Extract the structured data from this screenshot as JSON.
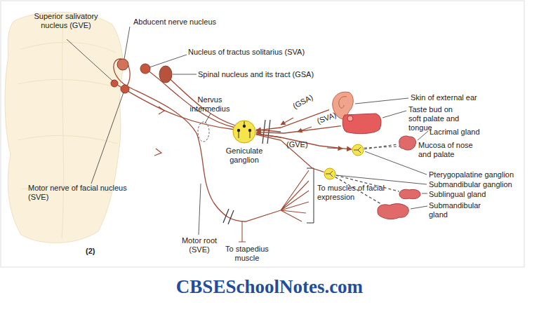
{
  "diagram": {
    "nodes": [
      {
        "text": [
          "Geniculate ganglion"
        ]
      },
      {
        "text": [
          "Skin of external ear"
        ]
      },
      {
        "text": [
          "Taste bud on soft palate and tongue"
        ]
      },
      {
        "text": [
          "Lacrimal gland"
        ]
      },
      {
        "text": [
          "Pterygopalatine ganglion"
        ]
      },
      {
        "text": [
          "Submandibular ganglion"
        ]
      },
      {
        "text": [
          "Sublingual gland"
        ]
      },
      {
        "text": [
          "Submandibular gland"
        ]
      }
    ],
    "edges": [
      {
        "from": 1,
        "to": 0,
        "arrow": "to",
        "label": "(GSA)"
      },
      {
        "from": 2,
        "to": 0,
        "arrow": "to",
        "label": "(SVA)"
      },
      {
        "from": 0,
        "to": 4,
        "arrow": "to",
        "label": "(GVE)"
      },
      {
        "from": 0,
        "to": 5,
        "arrow": "none"
      },
      {
        "from": 4,
        "to": 3,
        "arrow": "none"
      },
      {
        "from": 5,
        "to": 6,
        "arrow": "none"
      },
      {
        "from": 5,
        "to": 7,
        "arrow": "none"
      }
    ],
    "labels": [
      "Superior salivatory nucleus (GVE)",
      "Abducent nerve nucleus",
      "Nucleus of tractus solitarius (SVA)",
      "Spinal nucleus and its tract (GSA)",
      "Nervus intermedius",
      "Motor nerve of facial nucleus (SVE)",
      "Mucosa of nose and palate",
      "To muscles of facial expression",
      "Motor root (SVE)",
      "To stapedius muscle",
      "(2)",
      "CBSESchoolNotes.com"
    ]
  }
}
